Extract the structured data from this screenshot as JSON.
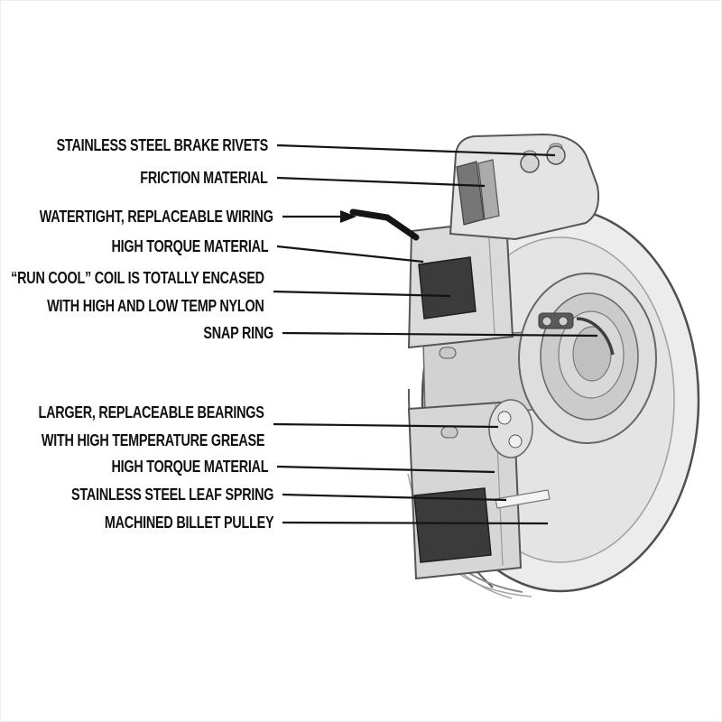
{
  "page": {
    "background": "#ffffff",
    "ink_color": "#141414"
  },
  "diagram": {
    "kind": "labeled-cutaway-illustration",
    "subject": "electric clutch pulley assembly cross-section",
    "callouts": [
      {
        "id": "stainless-steel-brake-rivets",
        "label": "STAINLESS STEEL BRAKE RIVETS"
      },
      {
        "id": "friction-material",
        "label": "FRICTION MATERIAL"
      },
      {
        "id": "watertight-replaceable-wiring",
        "label": "WATERTIGHT, REPLACEABLE WIRING"
      },
      {
        "id": "high-torque-material-upper",
        "label": "HIGH TORQUE MATERIAL"
      },
      {
        "id": "run-cool-coil",
        "label": "“RUN COOL” COIL IS TOTALLY ENCASED",
        "label2": "WITH HIGH AND LOW TEMP NYLON"
      },
      {
        "id": "snap-ring",
        "label": "SNAP RING"
      },
      {
        "id": "bearings",
        "label": "LARGER, REPLACEABLE BEARINGS",
        "label2": "WITH HIGH TEMPERATURE GREASE"
      },
      {
        "id": "high-torque-material-lower",
        "label": "HIGH TORQUE MATERIAL"
      },
      {
        "id": "leaf-spring",
        "label": "STAINLESS STEEL LEAF SPRING"
      },
      {
        "id": "billet-pulley",
        "label": "MACHINED BILLET PULLEY"
      }
    ]
  }
}
